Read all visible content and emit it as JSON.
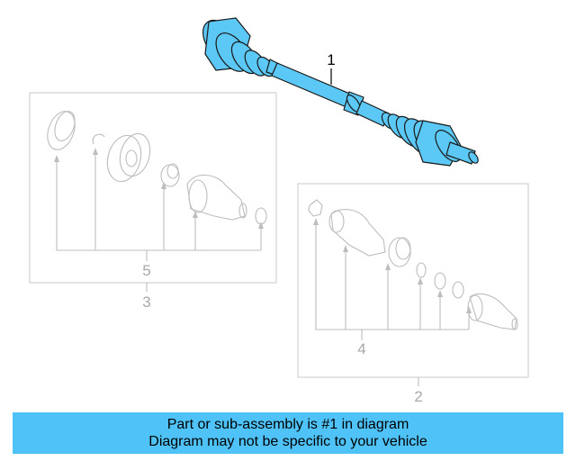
{
  "callouts": {
    "part_1": "1",
    "part_2": "2",
    "part_3": "3",
    "part_4": "4",
    "part_5": "5"
  },
  "caption": {
    "line1": "Part or sub-assembly is #1 in diagram",
    "line2": "Diagram may not be specific to your vehicle"
  },
  "colors": {
    "highlight": "#5bc8f5",
    "caption_bg": "#4fc3f7",
    "inactive_line": "#bdbdbd"
  }
}
